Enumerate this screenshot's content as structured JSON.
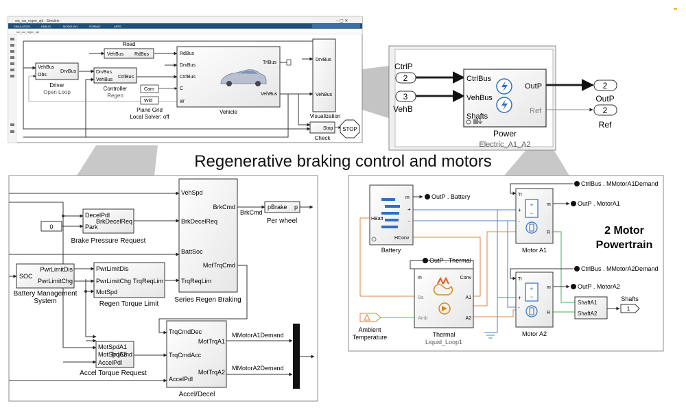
{
  "heading": "Regenerative braking control and motors",
  "top_window": {
    "title": "sm_car_regen_sjd - Simulink",
    "ribbon_tabs": [
      "SIMULATION",
      "DEBUG",
      "MODELING",
      "FORMAT",
      "APPS"
    ],
    "tab": "sm_car_regen_sjd",
    "blocks": {
      "road": "Road",
      "road_in": "VehBus",
      "road_out": "RdBus",
      "driver": "Driver",
      "driver_sub": "Open Loop",
      "driver_in1": "VehBus",
      "driver_in2": "Obs",
      "driver_out": "DrvBus",
      "controller": "Controller",
      "controller_sub": "Regen",
      "ctrl_in1": "DrvBus",
      "ctrl_in2": "VehBus",
      "ctrl_out": "CtrlBus",
      "cam": "Cam",
      "wld": "Wld",
      "plane_grid": "Plane Grid",
      "local_solver": "Local Solver: off",
      "vehicle": "Vehicle",
      "veh_in": [
        "RdBus",
        "DrvBus",
        "CtrlBus",
        "C",
        "W"
      ],
      "veh_out1": "TrlBus",
      "veh_out2": "VehBus",
      "vis_in1": "DrvBus",
      "vis_in2": "VehBus",
      "visualization": "Visualization",
      "check": "Check",
      "stop_block": "Stop",
      "stop_sign": "STOP"
    }
  },
  "power_panel": {
    "in1_num": "2",
    "in1_label": "CtrlP",
    "in2_num": "3",
    "in2_label": "VehB",
    "block_in1": "CtrlBus",
    "block_in2": "VehBus",
    "block_in3": "Shafts",
    "block_out1": "OutP",
    "block_out2": "Ref",
    "out1_num": "2",
    "out1_label": "OutP",
    "out2_num": "2",
    "out2_label": "Ref",
    "block_name": "Power",
    "block_sub": "Electric_A1_A2"
  },
  "controller_panel": {
    "veh_spd": "VehSpd",
    "brk_decel_req": "BrkDecelReq",
    "batt_soc": "BattSoc",
    "trq_req_lim": "TrqReqLim",
    "brk_cmd": "BrkCmd",
    "mot_trq_cmd": "MotTrqCmd",
    "series_regen": "Series Regen Braking",
    "brk_cmd_line": "BrkCmd",
    "pbrake_in": "pBrake",
    "pbrake_out": "p",
    "per_wheel": "Per wheel",
    "const_zero": "0",
    "bpr_in1": "DecelPdl",
    "bpr_in2": "Park",
    "bpr_out": "BrkDecelReq",
    "bpr_name": "Brake Pressure Request",
    "bms_in": "SOC",
    "bms_out1": "PwrLimitDis",
    "bms_out2": "PwrLimitChg",
    "bms_name1": "Battery Management",
    "bms_name2": "System",
    "rtl_in1": "PwrLimitDis",
    "rtl_in2": "PwrLimitChg",
    "rtl_in3": "MotSpd",
    "rtl_out": "TrqReqLim",
    "rtl_name": "Regen Torque Limit",
    "atr_in1": "MotSpdA1",
    "atr_in2": "MotSpdA2",
    "atr_in3": "AccelPdl",
    "atr_out": "TrqCmd",
    "atr_name": "Accel Torque Request",
    "ad_in1": "TrqCmdDec",
    "ad_in2": "TrqCmdAcc",
    "ad_in3": "AccelPdl",
    "ad_out1": "MotTrqA1",
    "ad_out2": "MotTrqA2",
    "ad_name": "Accel/Decel",
    "line_a1": "MMotorA1Demand",
    "line_a2": "MMotorA2Demand"
  },
  "powertrain_panel": {
    "heading_line1": "2 Motor",
    "heading_line2": "Powertrain",
    "batt_m": "m",
    "batt_plus": "+",
    "batt_minus": "-",
    "batt_hbatt": "HBatt",
    "batt_hconv": "HConv",
    "batt_name": "Battery",
    "goto_batt": "OutP . Battery",
    "goto_thermal": "OutP . Thermal",
    "goto_motor_a1": "OutP . MotorA1",
    "goto_motor_a2": "OutP . MotorA2",
    "from_a1": "CtrlBus . MMotorA1Demand",
    "from_a2": "CtrlBus . MMotorA2Demand",
    "thermal_m": "m",
    "thermal_conv": "Conv",
    "thermal_ba": "Ba",
    "thermal_a1": "A1",
    "thermal_amb": "Amb",
    "thermal_a2": "A2",
    "thermal_name": "Thermal",
    "thermal_sub": "Liquid_Loop1",
    "ambient1": "Ambient",
    "ambient2": "Temperature",
    "motor_tr": "Tr",
    "motor_m": "m",
    "motor_plus": "+",
    "motor_minus": "-",
    "motor_r": "R",
    "motor_a1_name": "Motor A1",
    "motor_a2_name": "Motor A2",
    "shaft_a1": "ShaftA1",
    "shaft_a2": "ShaftA2",
    "shafts_label": "Shafts",
    "shafts_num": "1"
  }
}
